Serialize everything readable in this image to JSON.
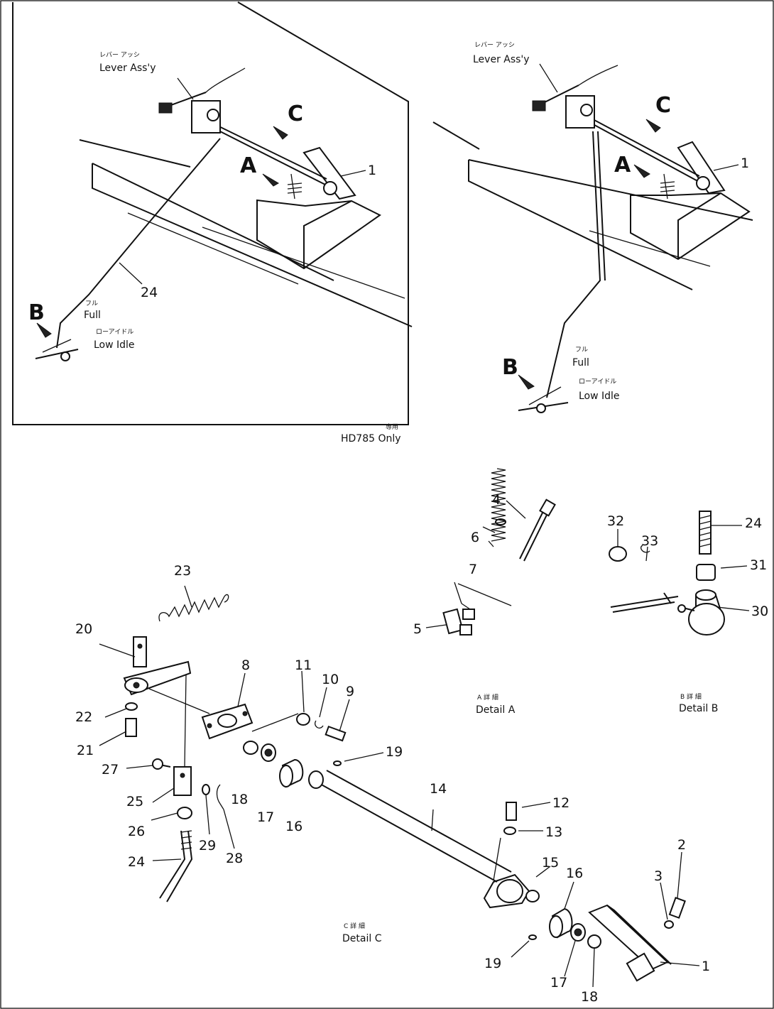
{
  "labels": {
    "lever_assy_jp": "レバー アッシ",
    "lever_assy": "Lever Ass'y",
    "full_jp": "フル",
    "full": "Full",
    "low_idle_jp": "ローアイドル",
    "low_idle": "Low Idle",
    "only_jp": "専用",
    "only": "HD785 Only",
    "detail_a_jp": "A 詳 細",
    "detail_a": "Detail A",
    "detail_b_jp": "B 詳 細",
    "detail_b": "Detail B",
    "detail_c_jp": "C 詳 細",
    "detail_c": "Detail C"
  },
  "view_arrows": {
    "a": "A",
    "b": "B",
    "c": "C"
  },
  "callouts": {
    "p1": "1",
    "p2": "2",
    "p3": "3",
    "p4": "4",
    "p5": "5",
    "p6": "6",
    "p7": "7",
    "p8": "8",
    "p9": "9",
    "p10": "10",
    "p11": "11",
    "p12": "12",
    "p13": "13",
    "p14": "14",
    "p15": "15",
    "p16": "16",
    "p17": "17",
    "p18": "18",
    "p19": "19",
    "p20": "20",
    "p21": "21",
    "p22": "22",
    "p23": "23",
    "p24": "24",
    "p25": "25",
    "p26": "26",
    "p27": "27",
    "p28": "28",
    "p29": "29",
    "p30": "30",
    "p31": "31",
    "p32": "32",
    "p33": "33"
  }
}
